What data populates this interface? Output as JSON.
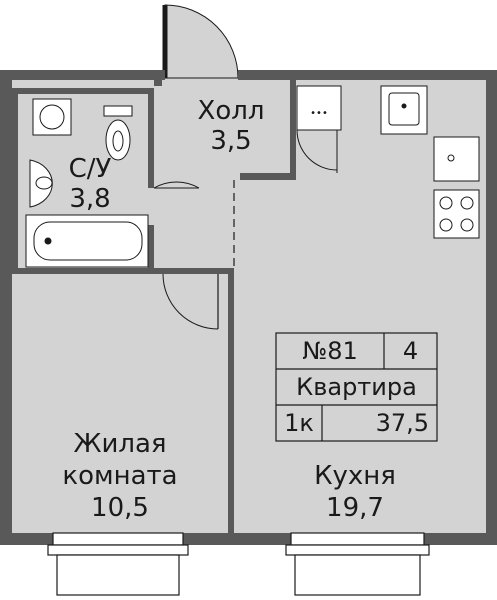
{
  "rooms": {
    "hall": {
      "name": "Холл",
      "area": "3,5"
    },
    "bathroom": {
      "name": "С/У",
      "area": "3,8"
    },
    "living": {
      "name_line1": "Жилая",
      "name_line2": "комната",
      "area": "10,5"
    },
    "kitchen": {
      "name": "Кухня",
      "area": "19,7"
    }
  },
  "info": {
    "number": "№81",
    "floor": "4",
    "type": "Квартира",
    "rooms_count": "1к",
    "total_area": "37,5"
  },
  "colors": {
    "floor_fill": "#d3d3d3",
    "wall": "#595959",
    "line": "#1a1a1a"
  }
}
